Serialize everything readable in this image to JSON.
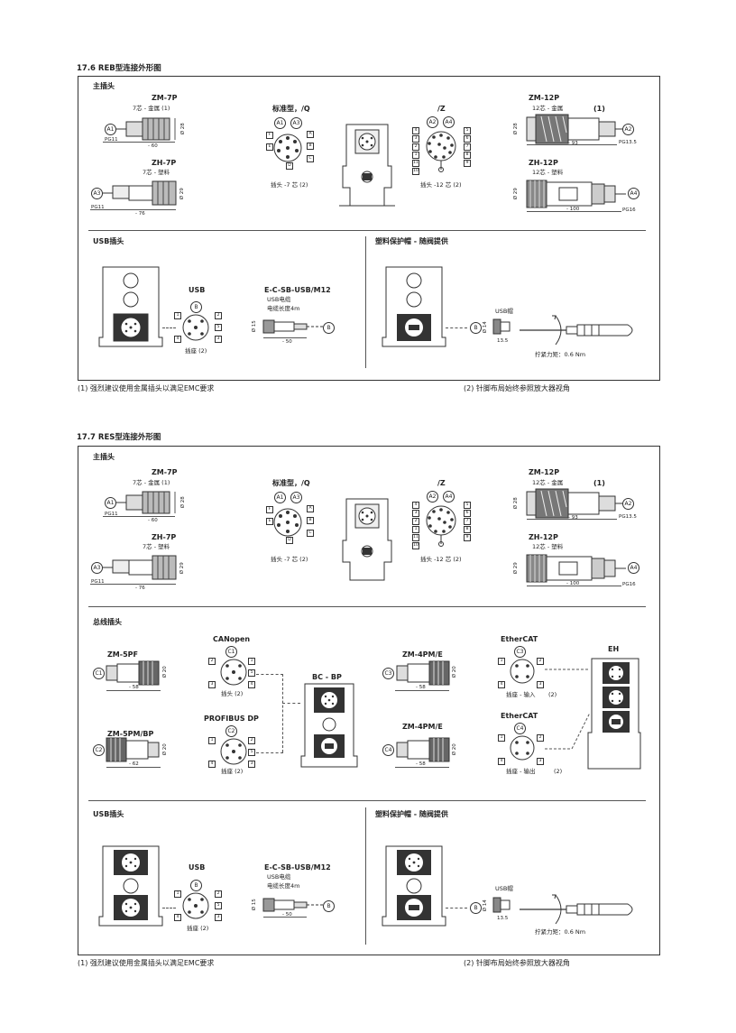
{
  "s176": {
    "title": "17.6  REB型连接外形图",
    "main": "主插头",
    "zm7p": {
      "name": "ZM-7P",
      "desc": "7芯 - 金属 (1)",
      "dia": "Ø 28",
      "len": "- 60",
      "pg": "PG11",
      "code": "A1"
    },
    "zh7p": {
      "name": "ZH-7P",
      "desc": "7芯 - 塑料",
      "dia": "Ø 29",
      "len": "- 76",
      "pg": "PG11",
      "code": "A3"
    },
    "std": {
      "title": "标准型，/Q",
      "c1": "A1",
      "c2": "A3",
      "plug": "插头 -7 芯 (2)",
      "pins": [
        "F",
        "E",
        "D",
        "C",
        "B",
        "A"
      ]
    },
    "z": {
      "title": "/Z",
      "c1": "A2",
      "c2": "A4",
      "plug": "插头 -12 芯 (2)",
      "left": [
        "4",
        "3",
        "2",
        "1",
        "11",
        "10"
      ],
      "right": [
        "5",
        "6",
        "7",
        "8",
        "9"
      ]
    },
    "zm12p": {
      "name": "ZM-12P",
      "desc": "12芯 - 金属",
      "note": "(1)",
      "dia": "Ø 28",
      "len": "- 93",
      "pg": "PG13.5",
      "code": "A2"
    },
    "zh12p": {
      "name": "ZH-12P",
      "desc": "12芯 - 塑料",
      "dia": "Ø 29",
      "len": "- 100",
      "pg": "PG16",
      "code": "A4"
    },
    "usb_title": "USB插头",
    "cap_title": "塑料保护帽 - 随阀提供",
    "usb": "USB",
    "usb_b": "B",
    "usb_pins": [
      "1",
      "2",
      "3",
      "4",
      "5"
    ],
    "socket": "插座 (2)",
    "cable": {
      "name": "E-C-SB-USB/M12",
      "l1": "USB电缆",
      "l2": "电缆长度4m",
      "dia": "Ø 15",
      "len": "- 50",
      "b": "B"
    },
    "cap": {
      "label": "USB帽",
      "dia": "Ø 14",
      "len": "13.5",
      "b": "B",
      "torque": "拧紧力矩：0.6 Nm"
    },
    "fn1": "(1) 强烈建议使用金属插头以满足EMC要求",
    "fn2": "(2) 针脚布局始终参照放大器视角"
  },
  "s177": {
    "title": "17.7  RES型连接外形图",
    "main": "主插头",
    "bus_title": "总线插头",
    "zm5pf": {
      "name": "ZM-5PF",
      "dia": "Ø 20",
      "len": "- 58",
      "code": "C1"
    },
    "zm5pmbp": {
      "name": "ZM-5PM/BP",
      "dia": "Ø 20",
      "len": "- 62",
      "code": "C2"
    },
    "canopen": {
      "name": "CANopen",
      "code": "C1",
      "plug": "插头 (2)"
    },
    "profibus": {
      "name": "PROFIBUS DP",
      "code": "C2",
      "socket": "插座 (2)"
    },
    "bcbp": "BC - BP",
    "zm4pme1": {
      "name": "ZM-4PM/E",
      "dia": "Ø 20",
      "len": "- 58",
      "code": "C3"
    },
    "zm4pme2": {
      "name": "ZM-4PM/E",
      "dia": "Ø 20",
      "len": "- 58",
      "code": "C4"
    },
    "ethercat1": {
      "name": "EtherCAT",
      "code": "C3",
      "sock": "插座 - 输入",
      "n": "(2)"
    },
    "ethercat2": {
      "name": "EtherCAT",
      "code": "C4",
      "sock": "插座 - 输出",
      "n": "(2)"
    },
    "eh": "EH"
  },
  "colors": {
    "line": "#333333",
    "dim": "#555555",
    "text": "#222222"
  }
}
